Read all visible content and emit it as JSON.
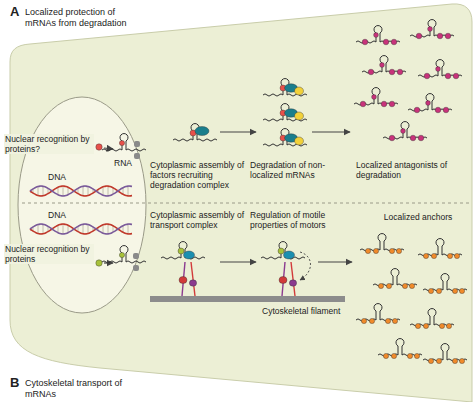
{
  "diagram": {
    "labels": [
      "A",
      "Localized protection of mRNAs from degradation",
      "Nuclear recognition by proteins?",
      "RNA",
      "DNA",
      "Cytoplasmic assembly of factors recruiting degradation complex",
      "Degradation of non-localized mRNAs",
      "Localized antagonists of degradation",
      "DNA",
      "Nuclear recognition by proteins",
      "Cytoplasmic assembly of transport complex",
      "Regulation of motile properties of motors",
      "Localized anchors",
      "Cytoskeletal filament",
      "B",
      "Cytoskeletal transport of mRNAs"
    ]
  }
}
